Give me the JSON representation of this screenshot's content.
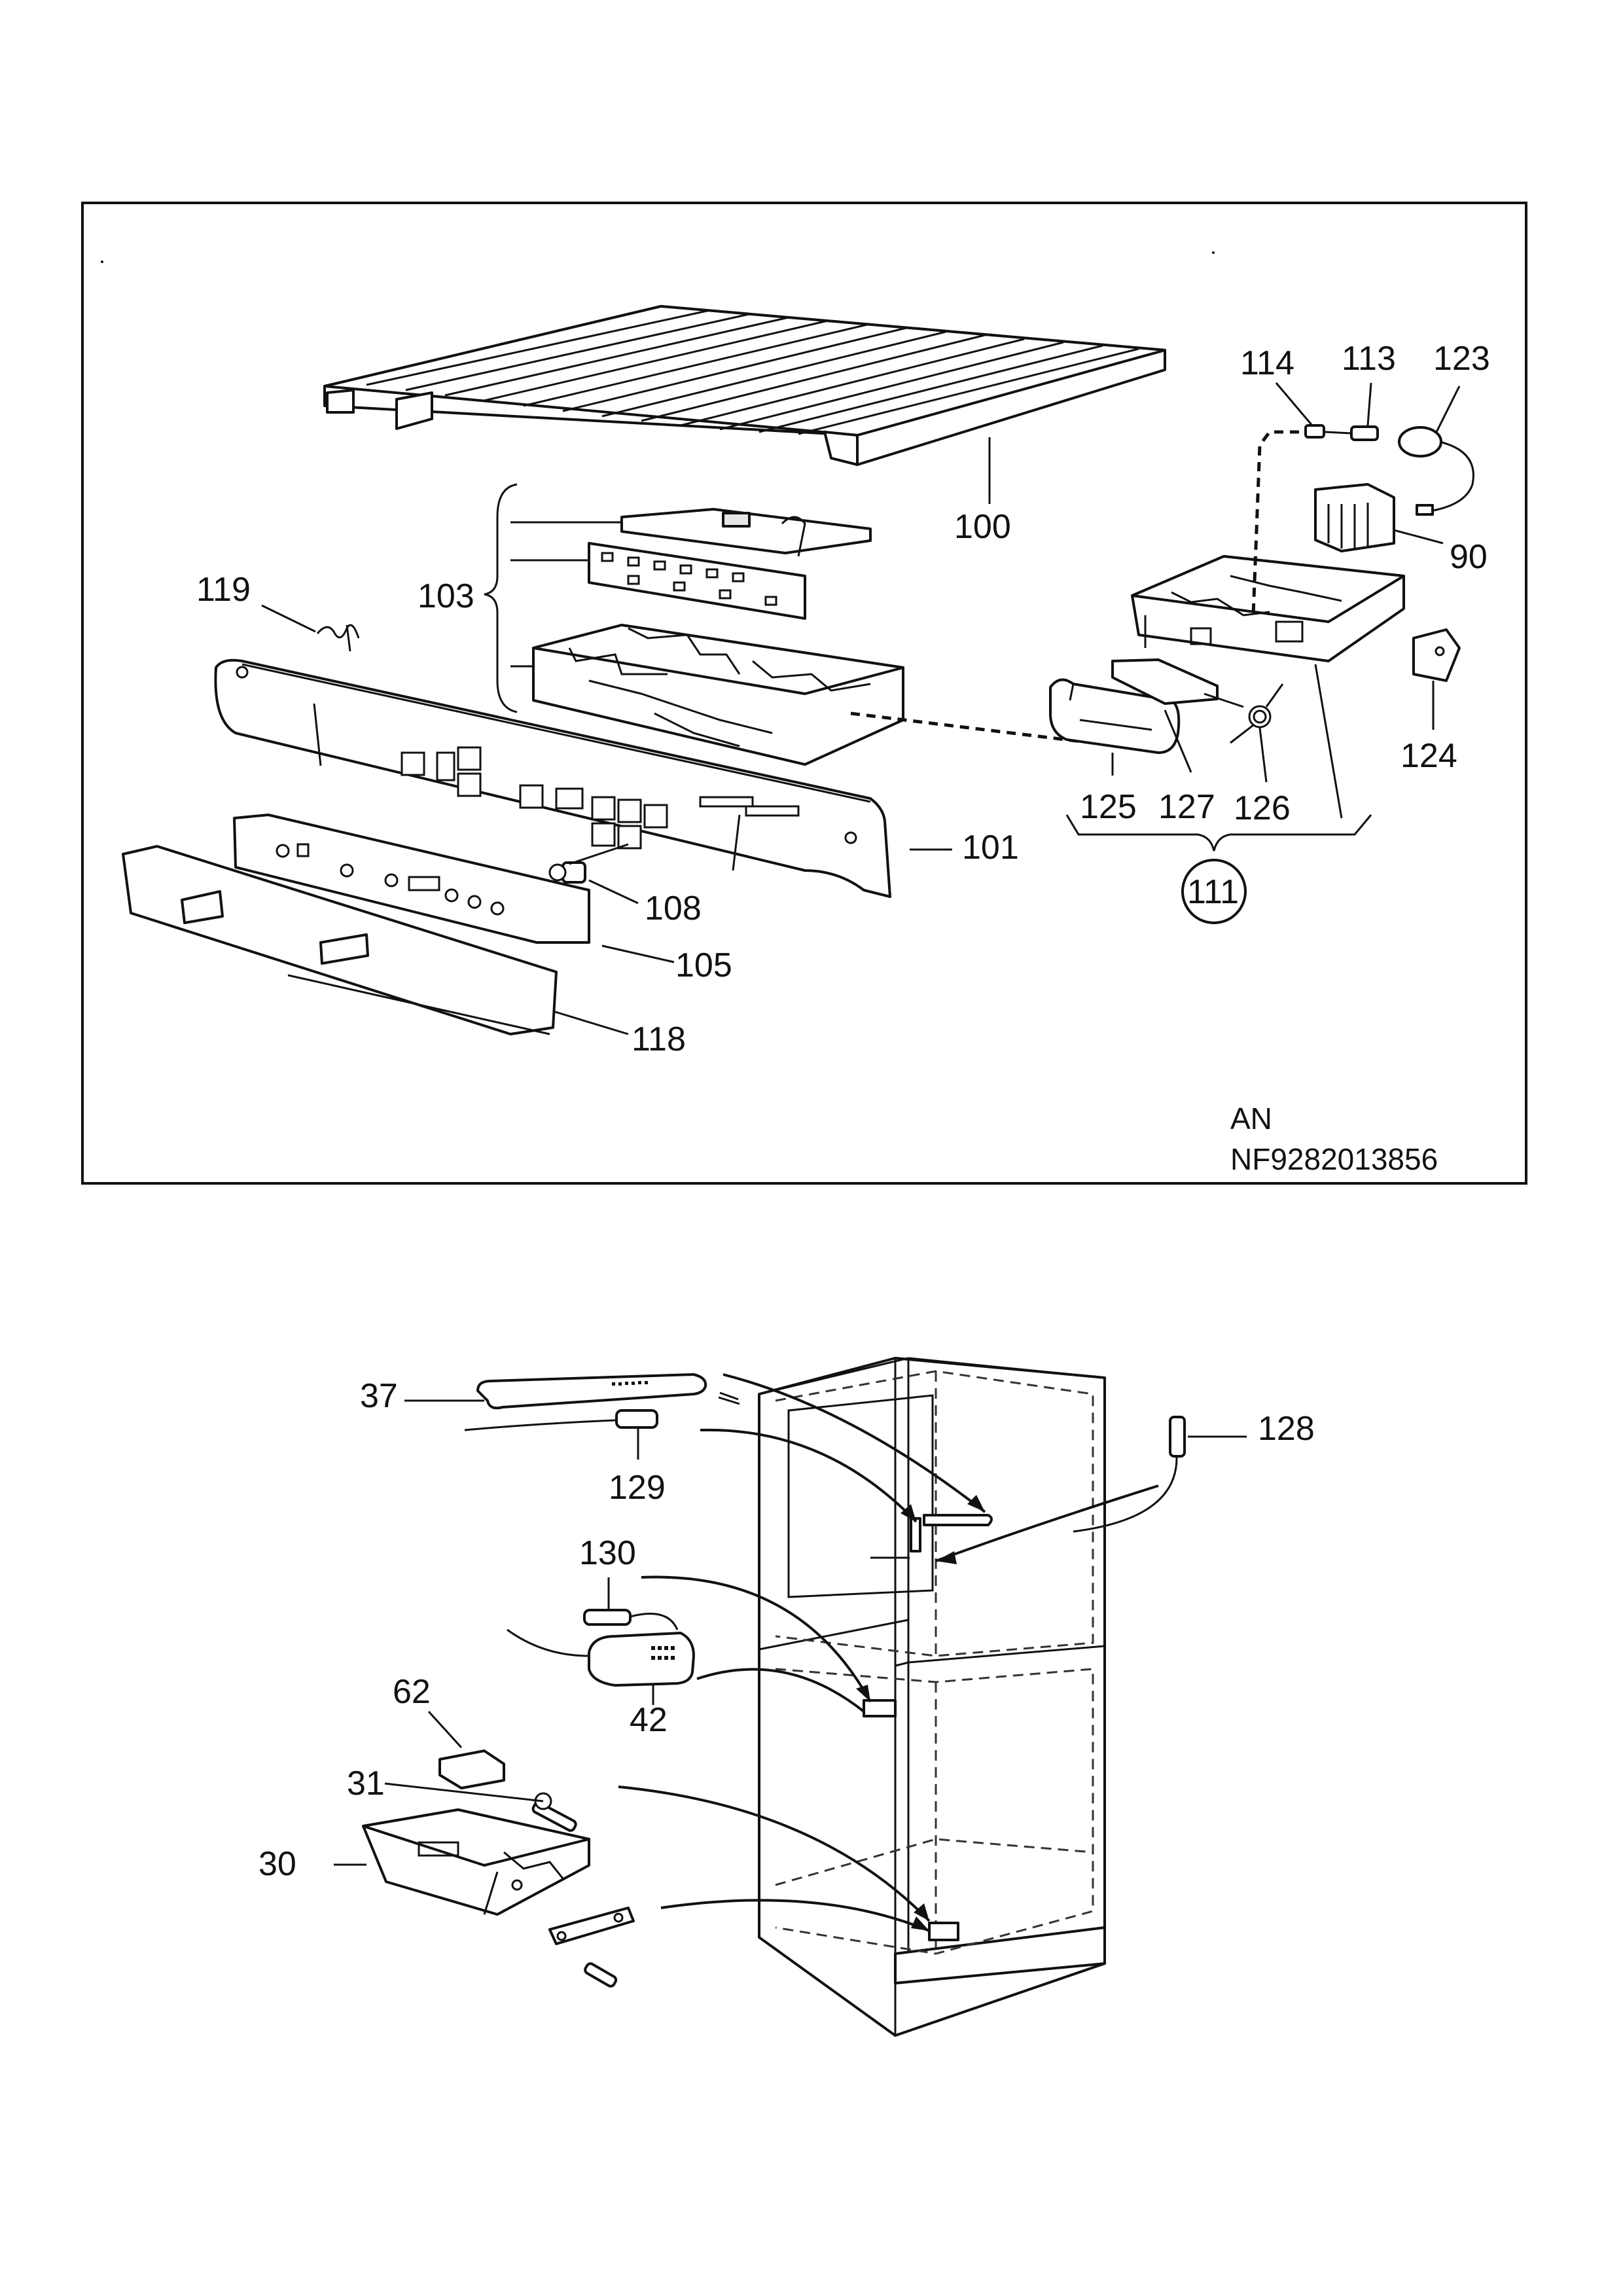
{
  "labels": {
    "l100": "100",
    "l103": "103",
    "l119": "119",
    "l114": "114",
    "l113": "113",
    "l123": "123",
    "l90": "90",
    "l124": "124",
    "l101": "101",
    "l108": "108",
    "l105": "105",
    "l118": "118",
    "l125": "125",
    "l127": "127",
    "l126": "126",
    "l111": "111",
    "l37": "37",
    "l129": "129",
    "l128": "128",
    "l130": "130",
    "l42": "42",
    "l62": "62",
    "l31": "31",
    "l30": "30"
  },
  "footer": {
    "line1": "AN",
    "line2": "NF9282013856"
  }
}
